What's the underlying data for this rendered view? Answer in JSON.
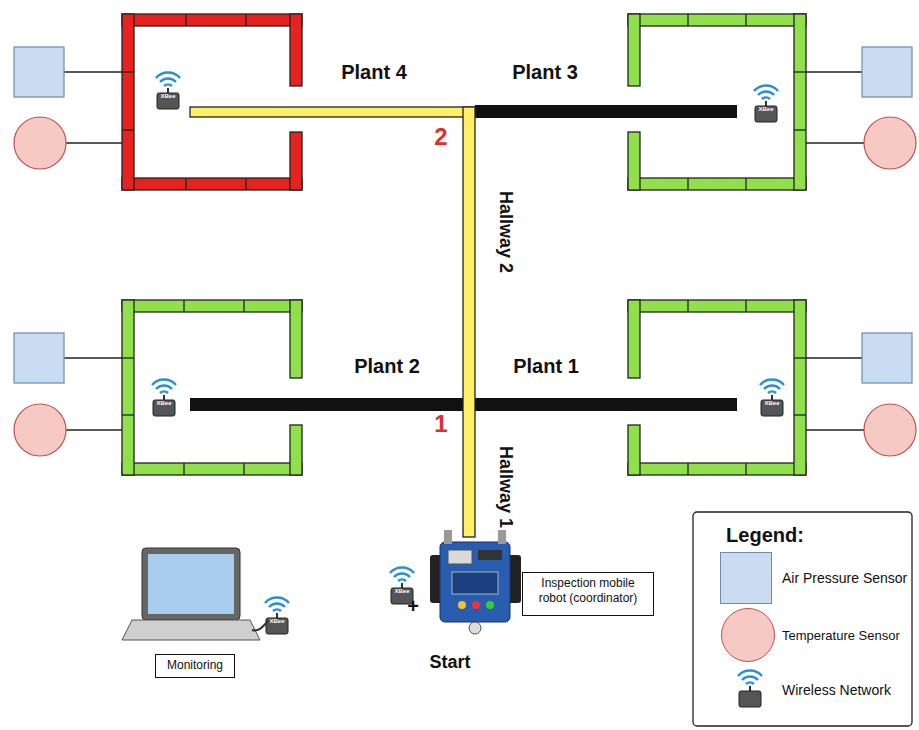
{
  "diagram": {
    "nodes": [
      {
        "text": [
          "Inspection mobile robot (coordinator)"
        ]
      },
      {
        "text": [
          "Monitoring"
        ]
      }
    ],
    "labels": [
      "Plant 4",
      "Plant 3",
      "2",
      "Hallway 2",
      "Plant 2",
      "Plant 1",
      "1",
      "Hallway 1",
      "+",
      "Start",
      "Legend:",
      "XBee",
      "XBee",
      "XBee",
      "XBee",
      "XBee",
      "XBee"
    ],
    "legend": [
      {
        "text": "Air Pressure Sensor",
        "color": "#c9dcf2"
      },
      {
        "text": "Temperature Sensor",
        "color": "#f6c9c4"
      },
      {
        "text": "Wireless Network"
      }
    ]
  }
}
